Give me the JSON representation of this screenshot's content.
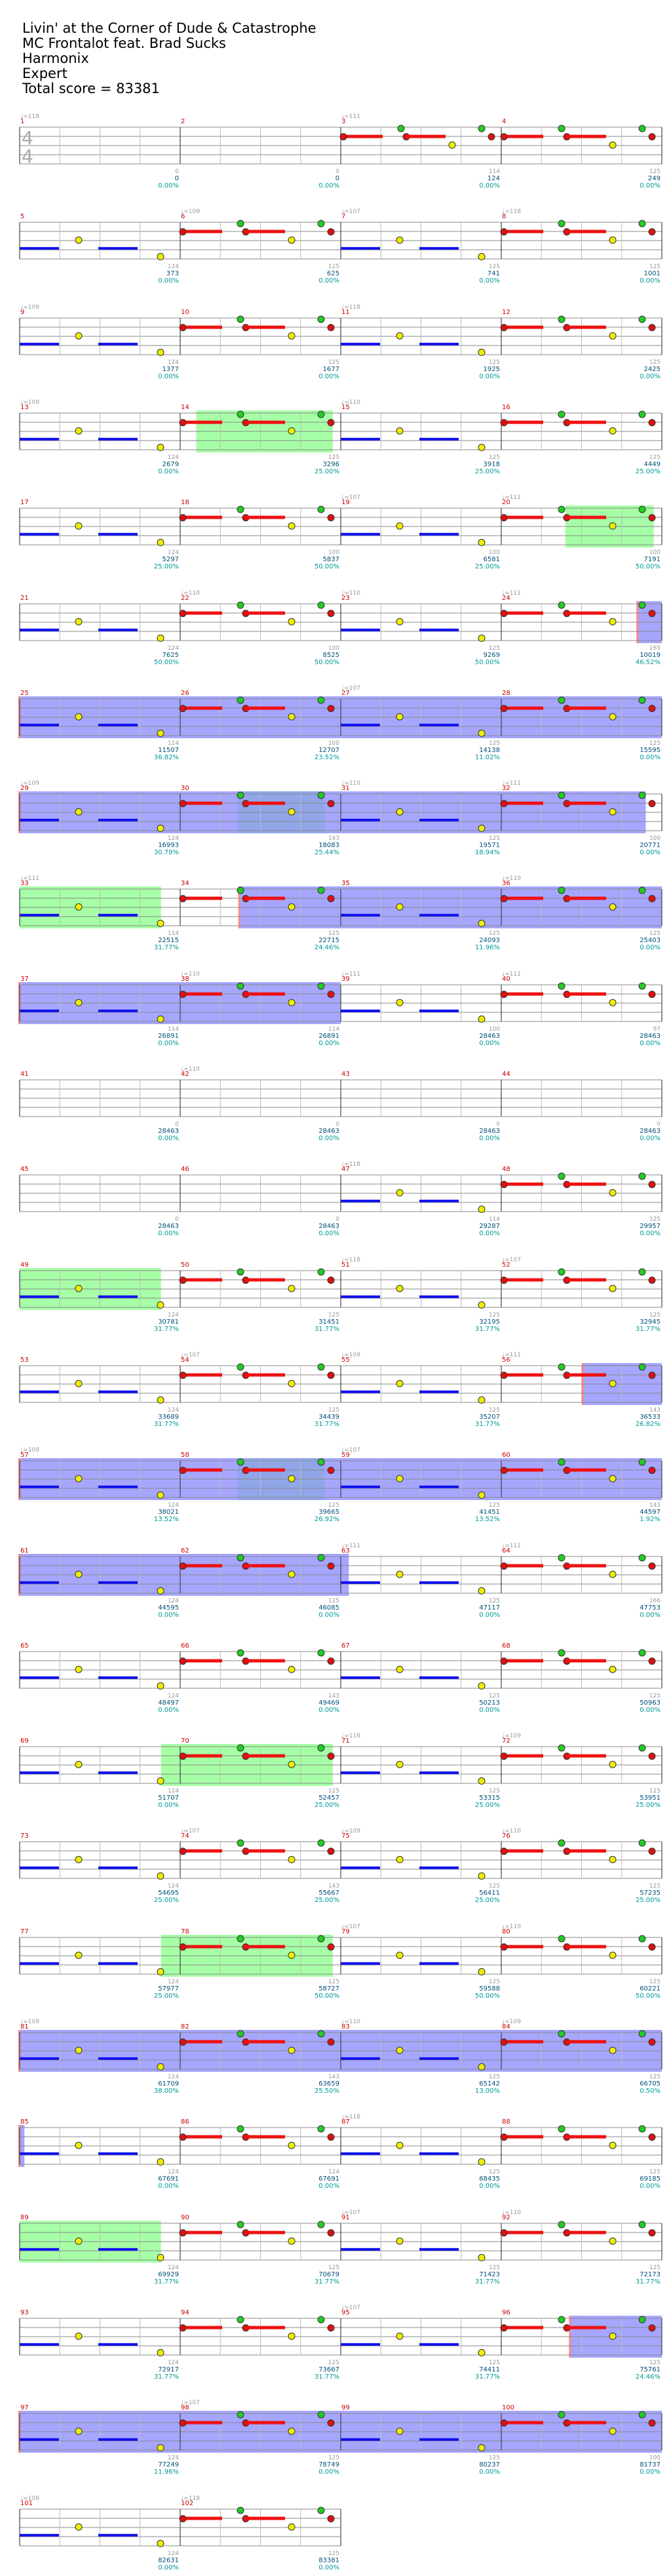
{
  "header": {
    "song_title": "Livin' at the Corner of Dude & Catastrophe",
    "artist": "MC Frontalot feat. Brad Sucks",
    "publisher": "Harmonix",
    "difficulty": "Expert",
    "total_score": "Total score = 83381"
  },
  "time_signature": {
    "top": "4",
    "bottom": "4"
  },
  "colors": {
    "green_note": "#22cc22",
    "red_note": "#dd1111",
    "yellow_note": "#eeee00",
    "blue_note": "#1111dd",
    "orange_note": "#ff8800",
    "sustain_red": "#ee1111",
    "sustain_blue": "#1111ee",
    "overdrive_fill": "#8888ff",
    "solo_fill": "#88ff88",
    "measure_number": "#cc0000",
    "score_text": "#00507a",
    "multiplier_text": "#009999"
  },
  "rows": [
    {
      "measures": [
        1,
        2,
        3,
        4
      ],
      "tempos": [
        "♩=118",
        "",
        "♩=111",
        ""
      ],
      "beats": [
        "0",
        "0",
        "114",
        "125"
      ],
      "scores": [
        "0",
        "0",
        "124",
        "249"
      ],
      "mults": [
        "0.00%",
        "0.00%",
        "0.00%",
        "0.00%"
      ],
      "od": [],
      "solo": []
    },
    {
      "measures": [
        5,
        6,
        7,
        8
      ],
      "tempos": [
        "",
        "♩=109",
        "♩=107",
        "♩=118"
      ],
      "beats": [
        "124",
        "125",
        "125",
        "125"
      ],
      "scores": [
        "373",
        "625",
        "741",
        "1001"
      ],
      "mults": [
        "0.00%",
        "0.00%",
        "0.00%",
        "0.00%"
      ],
      "od": [],
      "solo": []
    },
    {
      "measures": [
        9,
        10,
        11,
        12
      ],
      "tempos": [
        "♩=109",
        "",
        "♩=118",
        ""
      ],
      "beats": [
        "124",
        "125",
        "125",
        "125"
      ],
      "scores": [
        "1377",
        "1677",
        "1925",
        "2425"
      ],
      "mults": [
        "0.00%",
        "0.00%",
        "0.00%",
        "0.00%"
      ],
      "od": [],
      "solo": []
    },
    {
      "measures": [
        13,
        14,
        15,
        16
      ],
      "tempos": [
        "♩=109",
        "",
        "♩=110",
        ""
      ],
      "beats": [
        "124",
        "125",
        "125",
        "125"
      ],
      "scores": [
        "2679",
        "3296",
        "3918",
        "4449"
      ],
      "mults": [
        "0.00%",
        "25.00%",
        "25.00%",
        "25.00%"
      ],
      "od": [],
      "solo": [
        [
          1.1,
          1.95
        ]
      ]
    },
    {
      "measures": [
        17,
        18,
        19,
        20
      ],
      "tempos": [
        "",
        "",
        "♩=107",
        "♩=111"
      ],
      "beats": [
        "124",
        "100",
        "100",
        "100"
      ],
      "scores": [
        "5297",
        "5837",
        "6581",
        "7191"
      ],
      "mults": [
        "25.00%",
        "50.00%",
        "25.00%",
        "50.00%"
      ],
      "od": [],
      "solo": [
        [
          3.4,
          3.95
        ]
      ]
    },
    {
      "measures": [
        21,
        22,
        23,
        24
      ],
      "tempos": [
        "",
        "♩=110",
        "♩=110",
        "♩=111"
      ],
      "beats": [
        "124",
        "100",
        "125",
        "165"
      ],
      "scores": [
        "7625",
        "8525",
        "9269",
        "10019"
      ],
      "mults": [
        "50.00%",
        "50.00%",
        "50.00%",
        "46.52%"
      ],
      "od": [
        [
          3.85,
          4.0
        ]
      ],
      "solo": []
    },
    {
      "measures": [
        25,
        26,
        27,
        28
      ],
      "tempos": [
        "",
        "",
        "♩=107",
        ""
      ],
      "beats": [
        "124",
        "100",
        "125",
        "125"
      ],
      "scores": [
        "11507",
        "12707",
        "14138",
        "15595"
      ],
      "mults": [
        "36.82%",
        "23.52%",
        "11.02%",
        "0.00%"
      ],
      "od": [
        [
          0,
          4.0
        ]
      ],
      "solo": []
    },
    {
      "measures": [
        29,
        30,
        31,
        32
      ],
      "tempos": [
        "♩=109",
        "",
        "♩=110",
        "♩=111"
      ],
      "beats": [
        "124",
        "143",
        "125",
        "100"
      ],
      "scores": [
        "16993",
        "18083",
        "19571",
        "20771"
      ],
      "mults": [
        "30.79%",
        "25.44%",
        "18.94%",
        "0.00%"
      ],
      "od": [
        [
          0,
          3.9
        ]
      ],
      "solo": [
        [
          1.36,
          1.9
        ]
      ]
    },
    {
      "measures": [
        33,
        34,
        35,
        36
      ],
      "tempos": [
        "♩=111",
        "",
        "",
        "♩=110"
      ],
      "beats": [
        "114",
        "125",
        "125",
        "125"
      ],
      "scores": [
        "22515",
        "22715",
        "24093",
        "25403"
      ],
      "mults": [
        "31.77%",
        "24.46%",
        "11.96%",
        "0.00%"
      ],
      "od": [
        [
          1.37,
          4.0
        ]
      ],
      "solo": [
        [
          0,
          0.88
        ]
      ]
    },
    {
      "measures": [
        37,
        38,
        39,
        40
      ],
      "tempos": [
        "",
        "♩=110",
        "♩=111",
        "♩=111"
      ],
      "beats": [
        "114",
        "114",
        "100",
        "97"
      ],
      "scores": [
        "26891",
        "26891",
        "28463",
        "28463"
      ],
      "mults": [
        "0.00%",
        "0.00%",
        "0.00%",
        "0.00%"
      ],
      "od": [
        [
          0,
          2.0
        ]
      ],
      "solo": []
    },
    {
      "measures": [
        41,
        42,
        43,
        44
      ],
      "tempos": [
        "",
        "♩=110",
        "",
        ""
      ],
      "beats": [
        "0",
        "0",
        "0",
        "0"
      ],
      "scores": [
        "28463",
        "28463",
        "28463",
        "28463"
      ],
      "mults": [
        "0.00%",
        "0.00%",
        "0.00%",
        "0.00%"
      ],
      "od": [],
      "solo": []
    },
    {
      "measures": [
        45,
        46,
        47,
        48
      ],
      "tempos": [
        "",
        "",
        "♩=118",
        ""
      ],
      "beats": [
        "0",
        "0",
        "114",
        "125"
      ],
      "scores": [
        "28463",
        "28463",
        "29287",
        "29957"
      ],
      "mults": [
        "0.00%",
        "0.00%",
        "0.00%",
        "0.00%"
      ],
      "od": [],
      "solo": []
    },
    {
      "measures": [
        49,
        50,
        51,
        52
      ],
      "tempos": [
        "",
        "",
        "♩=118",
        "♩=107"
      ],
      "beats": [
        "124",
        "125",
        "125",
        "125"
      ],
      "scores": [
        "30781",
        "31451",
        "32195",
        "32945"
      ],
      "mults": [
        "31.77%",
        "31.77%",
        "31.77%",
        "31.77%"
      ],
      "od": [],
      "solo": [
        [
          0,
          0.88
        ]
      ]
    },
    {
      "measures": [
        53,
        54,
        55,
        56
      ],
      "tempos": [
        "",
        "♩=107",
        "♩=109",
        "♩=111"
      ],
      "beats": [
        "124",
        "125",
        "125",
        "143"
      ],
      "scores": [
        "33689",
        "34439",
        "35207",
        "36533"
      ],
      "mults": [
        "31.77%",
        "31.77%",
        "31.77%",
        "26.82%"
      ],
      "od": [
        [
          3.51,
          4.0
        ]
      ],
      "solo": []
    },
    {
      "measures": [
        57,
        58,
        59,
        60
      ],
      "tempos": [
        "♩=109",
        "",
        "♩=107",
        ""
      ],
      "beats": [
        "124",
        "125",
        "125",
        "143"
      ],
      "scores": [
        "38021",
        "39665",
        "41451",
        "44597"
      ],
      "mults": [
        "13.52%",
        "26.92%",
        "13.52%",
        "1.92%"
      ],
      "od": [
        [
          0,
          4.0
        ]
      ],
      "solo": [
        [
          1.36,
          1.9
        ]
      ]
    },
    {
      "measures": [
        61,
        62,
        63,
        64
      ],
      "tempos": [
        "",
        "",
        "♩=111",
        "♩=111"
      ],
      "beats": [
        "124",
        "125",
        "125",
        "166"
      ],
      "scores": [
        "44595",
        "46085",
        "47117",
        "47753"
      ],
      "mults": [
        "0.00%",
        "0.00%",
        "0.00%",
        "0.00%"
      ],
      "od": [
        [
          0,
          2.05
        ]
      ],
      "solo": []
    },
    {
      "measures": [
        65,
        66,
        67,
        68
      ],
      "tempos": [
        "",
        "",
        "",
        ""
      ],
      "beats": [
        "124",
        "143",
        "125",
        "125"
      ],
      "scores": [
        "48497",
        "49469",
        "50213",
        "50963"
      ],
      "mults": [
        "0.00%",
        "0.00%",
        "0.00%",
        "0.00%"
      ],
      "od": [],
      "solo": []
    },
    {
      "measures": [
        69,
        70,
        71,
        72
      ],
      "tempos": [
        "",
        "",
        "♩=118",
        "♩=109"
      ],
      "beats": [
        "124",
        "125",
        "125",
        "125"
      ],
      "scores": [
        "51707",
        "52457",
        "53315",
        "53951"
      ],
      "mults": [
        "0.00%",
        "25.00%",
        "25.00%",
        "25.00%"
      ],
      "od": [],
      "solo": [
        [
          0.88,
          1.95
        ]
      ]
    },
    {
      "measures": [
        73,
        74,
        75,
        76
      ],
      "tempos": [
        "",
        "♩=107",
        "♩=109",
        "♩=110"
      ],
      "beats": [
        "124",
        "143",
        "125",
        "125"
      ],
      "scores": [
        "54695",
        "55667",
        "56411",
        "57235"
      ],
      "mults": [
        "25.00%",
        "25.00%",
        "25.00%",
        "25.00%"
      ],
      "od": [],
      "solo": []
    },
    {
      "measures": [
        77,
        78,
        79,
        80
      ],
      "tempos": [
        "",
        "",
        "♩=107",
        "♩=110"
      ],
      "beats": [
        "124",
        "125",
        "125",
        "125"
      ],
      "scores": [
        "57977",
        "58727",
        "59588",
        "60221"
      ],
      "mults": [
        "25.00%",
        "50.00%",
        "50.00%",
        "50.00%"
      ],
      "od": [],
      "solo": [
        [
          0.88,
          1.95
        ]
      ]
    },
    {
      "measures": [
        81,
        82,
        83,
        84
      ],
      "tempos": [
        "♩=109",
        "",
        "♩=110",
        "♩=109"
      ],
      "beats": [
        "124",
        "143",
        "125",
        "125"
      ],
      "scores": [
        "61709",
        "63659",
        "65142",
        "66705"
      ],
      "mults": [
        "38.00%",
        "25.50%",
        "13.00%",
        "0.50%"
      ],
      "od": [
        [
          0,
          4.0
        ]
      ],
      "solo": []
    },
    {
      "measures": [
        85,
        86,
        87,
        88
      ],
      "tempos": [
        "",
        "",
        "♩=118",
        ""
      ],
      "beats": [
        "124",
        "124",
        "125",
        "125"
      ],
      "scores": [
        "67691",
        "67691",
        "68435",
        "69185"
      ],
      "mults": [
        "0.00%",
        "0.00%",
        "0.00%",
        "0.00%"
      ],
      "od": [
        [
          0,
          0.03
        ]
      ],
      "solo": []
    },
    {
      "measures": [
        89,
        90,
        91,
        92
      ],
      "tempos": [
        "",
        "",
        "♩=107",
        "♩=110"
      ],
      "beats": [
        "124",
        "125",
        "125",
        "125"
      ],
      "scores": [
        "69929",
        "70679",
        "71423",
        "72173"
      ],
      "mults": [
        "31.77%",
        "31.77%",
        "31.77%",
        "31.77%"
      ],
      "od": [],
      "solo": [
        [
          0,
          0.88
        ]
      ]
    },
    {
      "measures": [
        93,
        94,
        95,
        96
      ],
      "tempos": [
        "",
        "",
        "♩=107",
        ""
      ],
      "beats": [
        "124",
        "125",
        "125",
        "125"
      ],
      "scores": [
        "72917",
        "73667",
        "74411",
        "75761"
      ],
      "mults": [
        "31.77%",
        "31.77%",
        "31.77%",
        "24.46%"
      ],
      "od": [
        [
          3.43,
          4.0
        ]
      ],
      "solo": []
    },
    {
      "measures": [
        97,
        98,
        99,
        100
      ],
      "tempos": [
        "",
        "♩=107",
        "",
        ""
      ],
      "beats": [
        "124",
        "125",
        "125",
        "100"
      ],
      "scores": [
        "77249",
        "78749",
        "80237",
        "81737"
      ],
      "mults": [
        "11.96%",
        "0.00%",
        "0.00%",
        "0.00%"
      ],
      "od": [
        [
          0,
          4.0
        ]
      ],
      "solo": []
    },
    {
      "measures": [
        101,
        102
      ],
      "tempos": [
        "♩=109",
        "♩=118"
      ],
      "beats": [
        "124",
        "125"
      ],
      "scores": [
        "82631",
        "83381"
      ],
      "mults": [
        "0.00%",
        "0.00%"
      ],
      "od": [],
      "solo": []
    }
  ]
}
